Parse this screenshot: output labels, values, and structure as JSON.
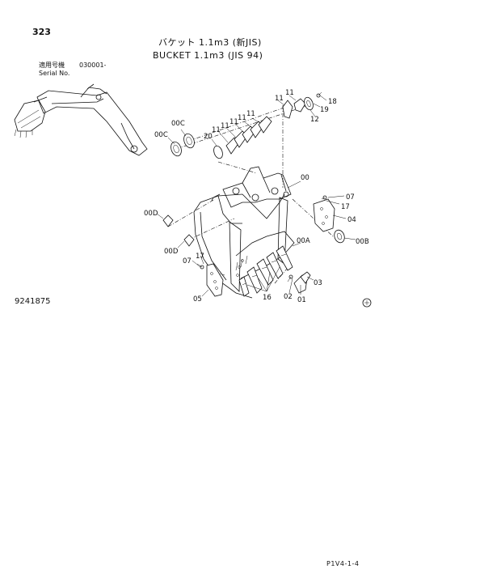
{
  "header": {
    "page_number": "323",
    "title_jp": "バケット 1.1m3 (新JIS)",
    "title_en": "BUCKET 1.1m3 (JIS 94)"
  },
  "serial": {
    "label_jp": "適用号機",
    "label_en": "Serial No.",
    "value": "030001-"
  },
  "catalog_number": "9241875",
  "footer_code": "P1V4-1-4",
  "callouts": {
    "p00": "00",
    "p00A": "00A",
    "p00B": "00B",
    "p00C_a": "00C",
    "p00C_b": "00C",
    "p00D_a": "00D",
    "p00D_b": "00D",
    "p01": "01",
    "p02": "02",
    "p03": "03",
    "p04": "04",
    "p05": "05",
    "p07_a": "07",
    "p07_b": "07",
    "p11_a": "11",
    "p11_b": "11",
    "p11_c": "11",
    "p11_d": "11",
    "p11_e": "11",
    "p11_f": "11",
    "p11_g": "11",
    "p12": "12",
    "p16": "16",
    "p17_a": "17",
    "p17_b": "17",
    "p18": "18",
    "p19": "19",
    "p20": "20"
  },
  "icons": {
    "excavator_thumbnail": "excavator-front-attachment-icon",
    "bucket_assembly": "bucket-assembly-drawing",
    "print_mark": "circle-stamp-icon"
  }
}
